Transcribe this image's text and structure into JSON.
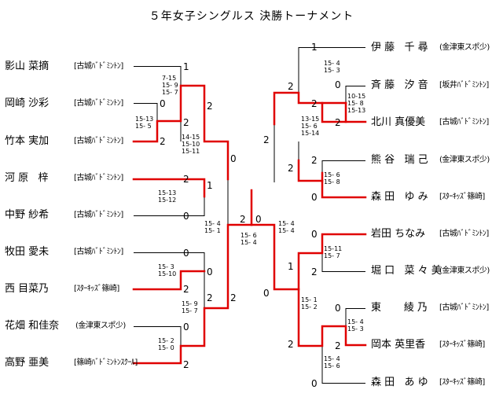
{
  "title": "５年女子シングルス 決勝トーナメント",
  "players": [
    {
      "name": "影山 菜摘",
      "club": "[古城ﾊﾞﾄﾞﾐﾝﾄﾝ]"
    },
    {
      "name": "岡崎 沙彩",
      "club": "[古城ﾊﾞﾄﾞﾐﾝﾄﾝ]"
    },
    {
      "name": "竹本 実加",
      "club": "[古城ﾊﾞﾄﾞﾐﾝﾄﾝ]"
    },
    {
      "name": "河 原   梓",
      "club": "[古城ﾊﾞﾄﾞﾐﾝﾄﾝ]"
    },
    {
      "name": "中野 紗希",
      "club": "[古城ﾊﾞﾄﾞﾐﾝﾄﾝ]"
    },
    {
      "name": "牧田 愛未",
      "club": "[古城ﾊﾞﾄﾞﾐﾝﾄﾝ]"
    },
    {
      "name": "西 目菜乃",
      "club": "[ｽﾀｰｷｯｽﾞ篠崎]"
    },
    {
      "name": "花畑 和佳奈",
      "club": "(金津東スポ少)"
    },
    {
      "name": "高野 亜美",
      "club": "[篠崎ﾊﾞﾄﾞﾐﾝﾄﾝｽｸｰﾙ]"
    },
    {
      "name": "伊 藤   千 尋",
      "club": "(金津東スポ少)"
    },
    {
      "name": "斉 藤   汐 音",
      "club": "[坂井ﾊﾞﾄﾞﾐﾝﾄﾝ]"
    },
    {
      "name": "北川 真優美",
      "club": "[古城ﾊﾞﾄﾞﾐﾝﾄﾝ]"
    },
    {
      "name": "熊 谷   瑞 己",
      "club": "(金津東スポ少)"
    },
    {
      "name": "森 田   ゆ み",
      "club": "[ｽﾀｰｷｯｽﾞ篠崎]"
    },
    {
      "name": "岩田 ちなみ",
      "club": "[古城ﾊﾞﾄﾞﾐﾝﾄﾝ]"
    },
    {
      "name": "堀 口   菜 々 美",
      "club": "(金津東スポ少)"
    },
    {
      "name": "東       綾 乃",
      "club": "[古城ﾊﾞﾄﾞﾐﾝﾄﾝ]"
    },
    {
      "name": "岡本 英里香",
      "club": "[ｽﾀｰｷｯｽﾞ篠崎]"
    },
    {
      "name": "森 田   あ ゆ",
      "club": "[ｽﾀｰｷｯｽﾞ篠崎]"
    }
  ],
  "scores": [
    "1",
    "0",
    "2",
    "2",
    "2",
    "1",
    "0",
    "0",
    "2",
    "0",
    "2",
    "2",
    "0",
    "0",
    "2",
    "2",
    "0",
    "1",
    "2",
    "2",
    "0",
    "2",
    "2",
    "2",
    "2",
    "0",
    "2",
    "0",
    "1",
    "2",
    "0",
    "2",
    "0",
    "2",
    "0"
  ],
  "game_scores": [
    "7-15\n15- 9\n15- 7",
    "15-13\n15- 5",
    "14-15\n15-10\n15-11",
    "15-13\n15-12",
    "15- 4\n15- 1",
    "15- 3\n15-10",
    "15- 9\n15- 7",
    "15- 2\n15- 0",
    "15- 6\n15- 4",
    "15- 4\n15- 4",
    "15- 4\n15- 3",
    "10-15\n15- 8\n15-13",
    "13-15\n15- 6\n15-14",
    "15- 6\n15- 8",
    "15-11\n15- 7",
    "15- 1\n15- 2",
    "15- 4\n15- 3",
    "15- 4\n15- 6"
  ]
}
